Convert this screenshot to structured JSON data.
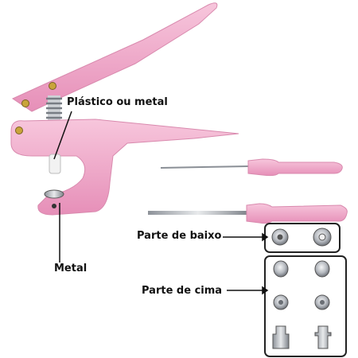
{
  "labels": {
    "plastic_or_metal": "Plástico ou metal",
    "metal": "Metal",
    "bottom_part": "Parte de baixo",
    "top_part": "Parte de cima"
  },
  "colors": {
    "pliers_pink": "#f2a9c9",
    "pliers_pink_dark": "#d985ab",
    "steel": "#b8bcc2",
    "box_border": "#222222"
  }
}
